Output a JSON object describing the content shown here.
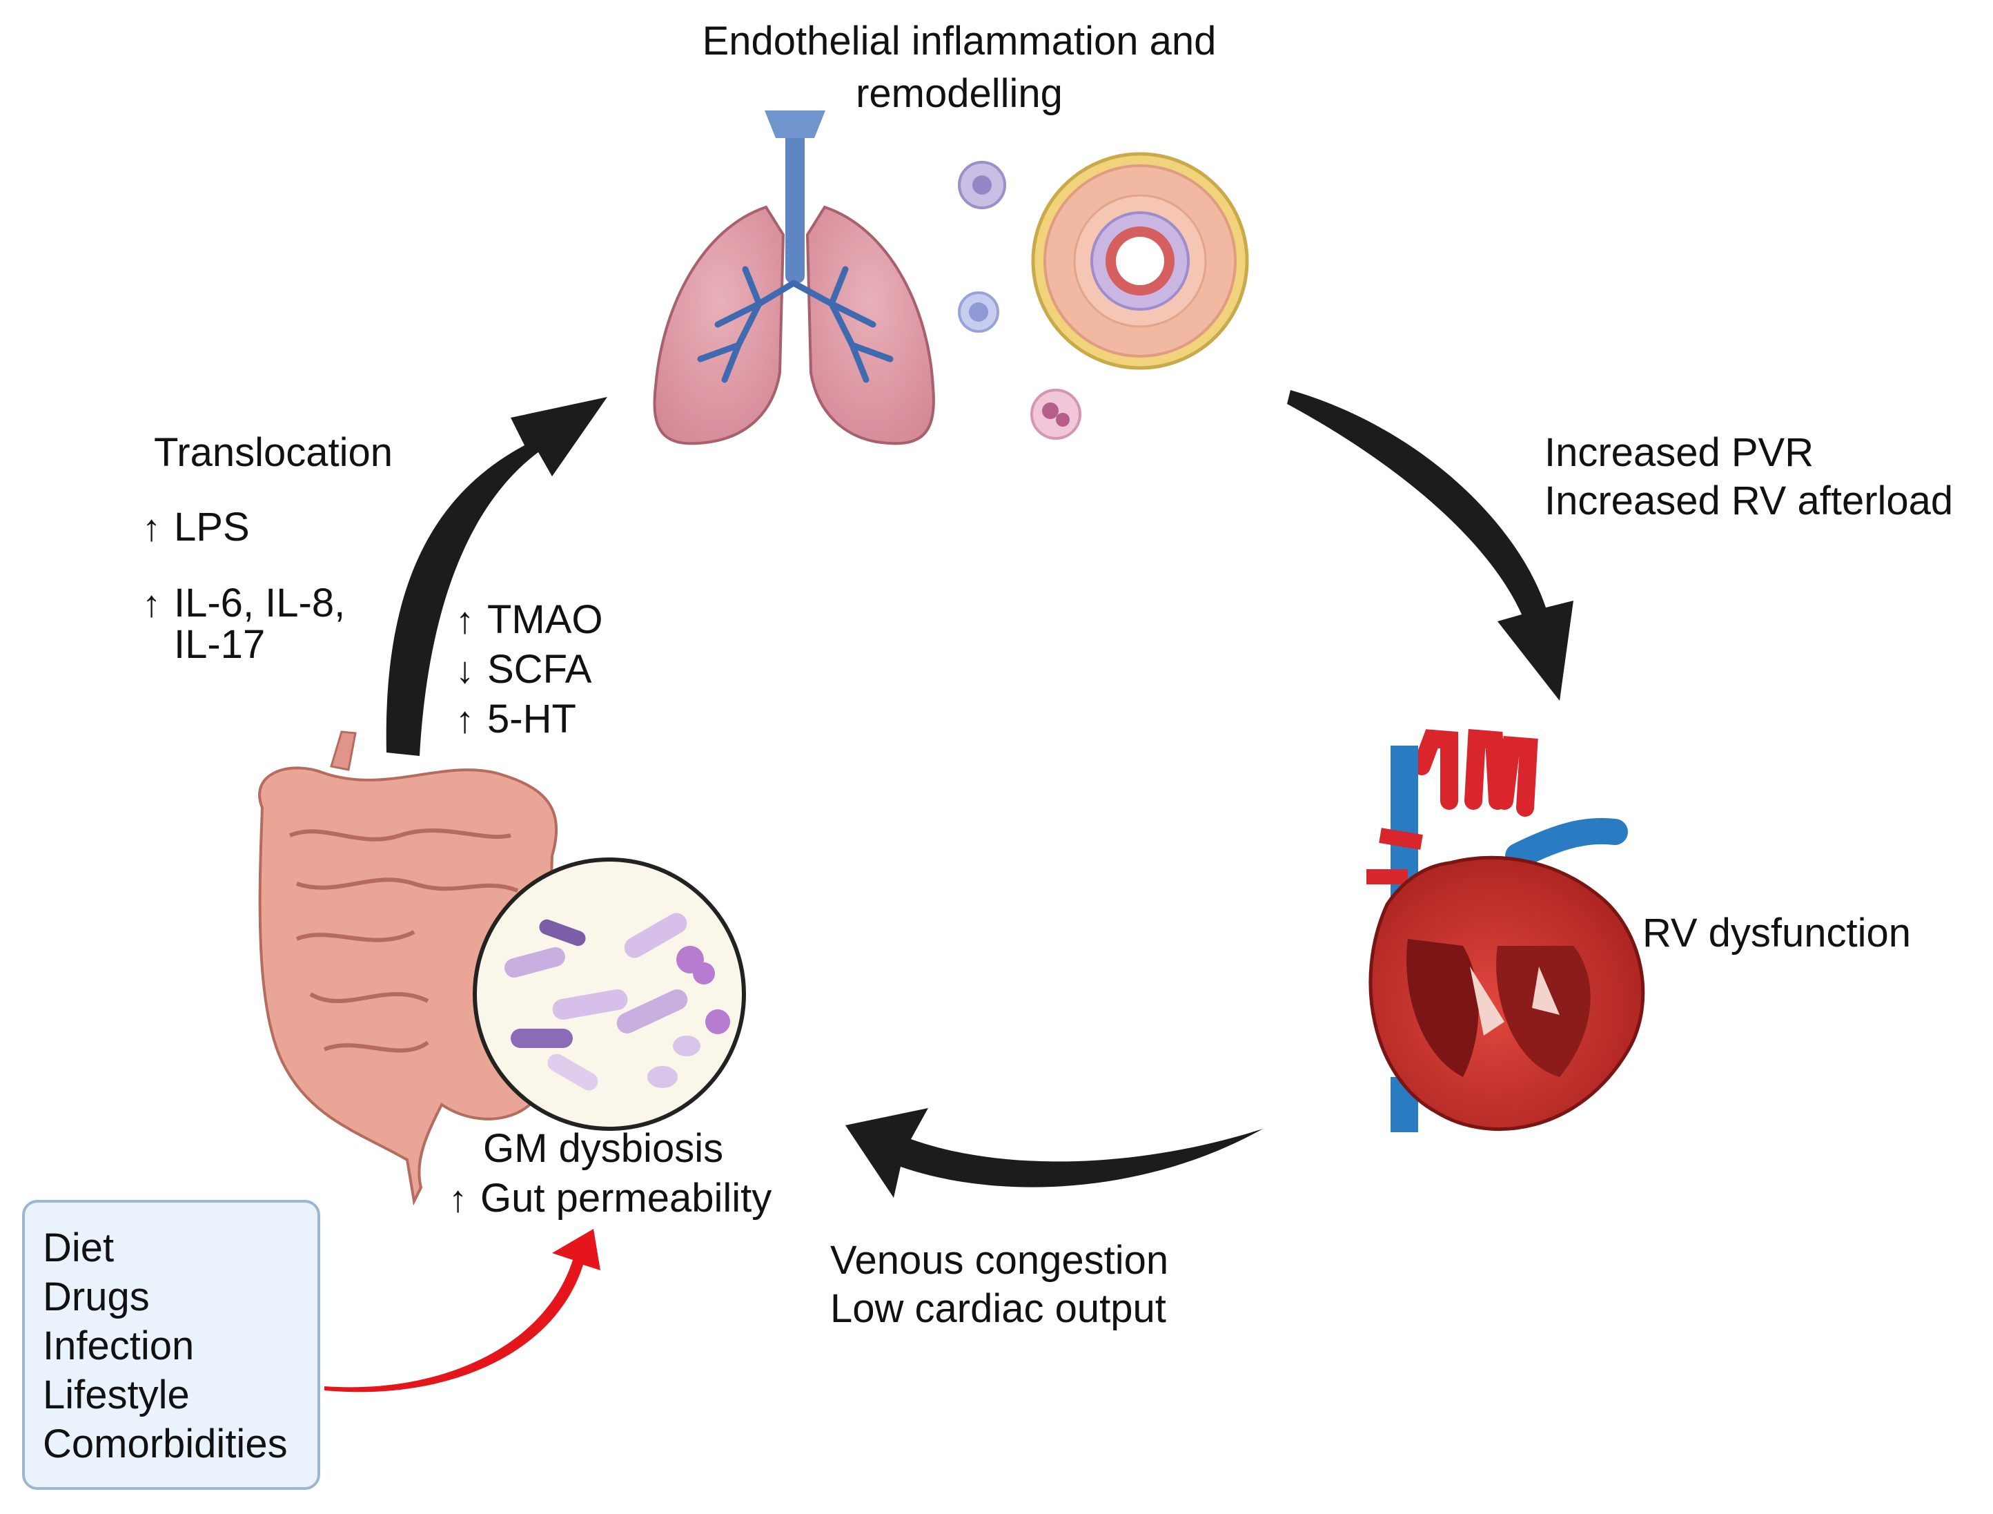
{
  "top": {
    "title_line1": "Endothelial inflammation and",
    "title_line2": "remodelling"
  },
  "right": {
    "pvr": "Increased PVR",
    "afterload": "Increased RV afterload",
    "rv": "RV dysfunction"
  },
  "bottom": {
    "venous": "Venous congestion",
    "output": "Low cardiac output",
    "dysbiosis": "GM dysbiosis",
    "permeability": "Gut permeability"
  },
  "left": {
    "translocation": "Translocation",
    "lps": "LPS",
    "il_line1": "IL-6, IL-8,",
    "il_line2": "IL-17"
  },
  "metabolites": {
    "tmao": "TMAO",
    "scfa": "SCFA",
    "ht": "5-HT"
  },
  "factors": [
    "Diet",
    "Drugs",
    "Infection",
    "Lifestyle",
    "Comorbidities"
  ],
  "colors": {
    "cycle_arrow": "#1c1c1c",
    "factor_arrow": "#e4161b",
    "box_fill": "#eaf3fb",
    "box_border": "#9bb6d1",
    "artery": "#d8262c",
    "vein": "#2a7cc2"
  }
}
